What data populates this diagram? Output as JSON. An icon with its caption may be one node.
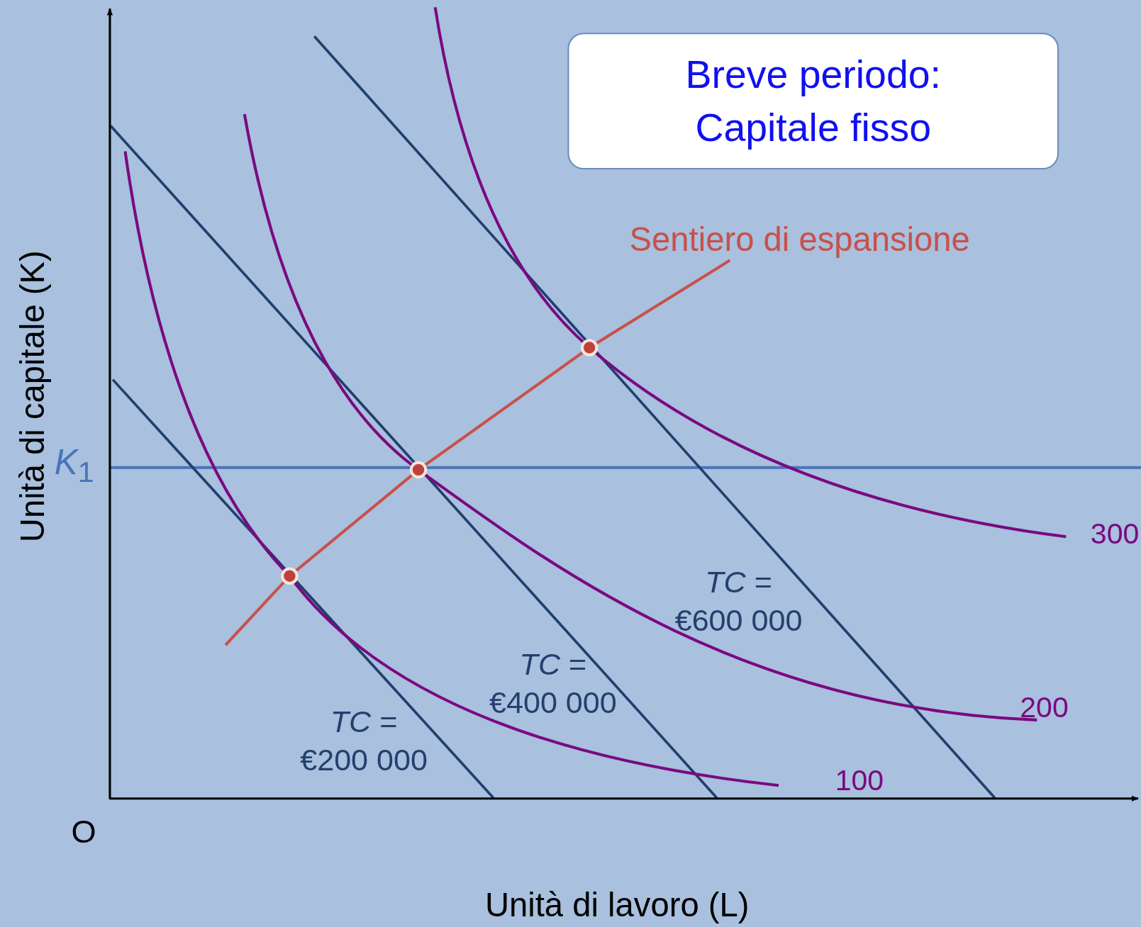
{
  "diagram": {
    "nodes": [
      {
        "text": [
          "Breve periodo: Capitale fisso"
        ]
      }
    ],
    "labels": [
      "Sentiero di espansione",
      "*K*$_{1}$",
      "300",
      "*TC* = €600 000",
      "*TC* = €400 000",
      "200",
      "*TC* = €200 000",
      "100",
      "O",
      "Unità di lavoro (L)",
      "Unità di capitale (K)"
    ]
  }
}
